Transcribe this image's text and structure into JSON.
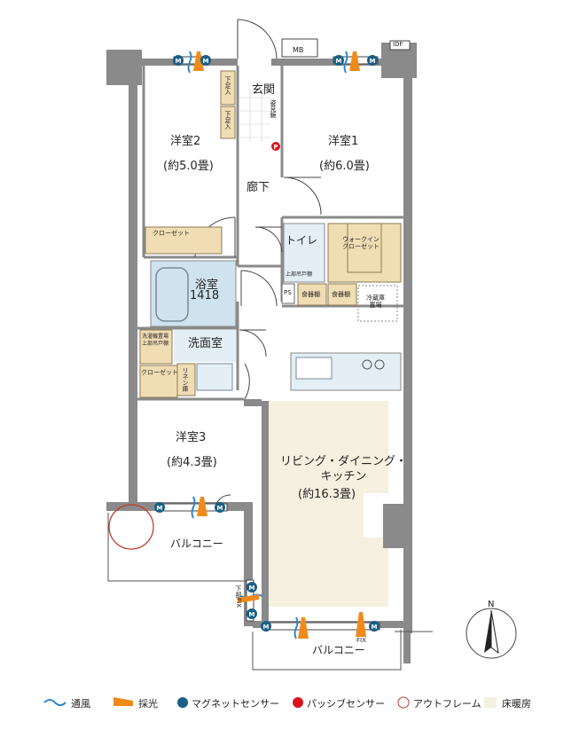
{
  "colors": {
    "wall": "#8a8a8a",
    "wallDark": "#555555",
    "floorHeating": "#f5f0df",
    "bath": "#cfe3ef",
    "wood": "#f1ddb4",
    "ventilation": "#2f86c8",
    "daylight": "#f08a1a",
    "sensor": "#1a5f86",
    "passive": "#d8151f",
    "outframe": "#c0392b"
  },
  "rooms": {
    "genkan": "玄関",
    "room2": "洋室2",
    "room2_size": "(約5.0畳)",
    "room1": "洋室1",
    "room1_size": "(約6.0畳)",
    "hallway": "廊下",
    "toilet": "トイレ",
    "walkin": "ウォークイン\nクローゼット",
    "bath": "浴室",
    "bath_size": "1418",
    "washroom": "洗面室",
    "room3": "洋室3",
    "room3_size": "(約4.3畳)",
    "ldk": "リビング・ダイニング・\nキッチン",
    "ldk_size": "(約16.3畳)",
    "balcony1": "バルコニー",
    "balcony2": "バルコニー"
  },
  "labels": {
    "mb": "MB",
    "idf": "IDF",
    "closet": "クローゼット",
    "closet2": "クローゼット",
    "shoe1": "下足入",
    "shoe2": "下足入",
    "mirror": "姿見鏡",
    "ps": "PS",
    "shelf1": "食器棚",
    "shelf2": "食器棚",
    "fridge": "冷蔵庫\n置場",
    "toilet_shelf": "上部吊戸棚",
    "washer": "洗濯機置場\n上部吊戸棚",
    "linen": "リネン庫",
    "fix": "FIX",
    "fix_side": "下部FIX",
    "north": "N",
    "m": "M",
    "p": "P"
  },
  "legend": [
    {
      "icon": "wave-icon",
      "label": "通風"
    },
    {
      "icon": "daylight-icon",
      "label": "採光"
    },
    {
      "icon": "magnet-sensor-icon",
      "label": "マグネットセンサー"
    },
    {
      "icon": "passive-sensor-icon",
      "label": "パッシブセンサー"
    },
    {
      "icon": "outframe-icon",
      "label": "アウトフレーム"
    },
    {
      "icon": "floor-heating-icon",
      "label": "床暖房"
    }
  ]
}
